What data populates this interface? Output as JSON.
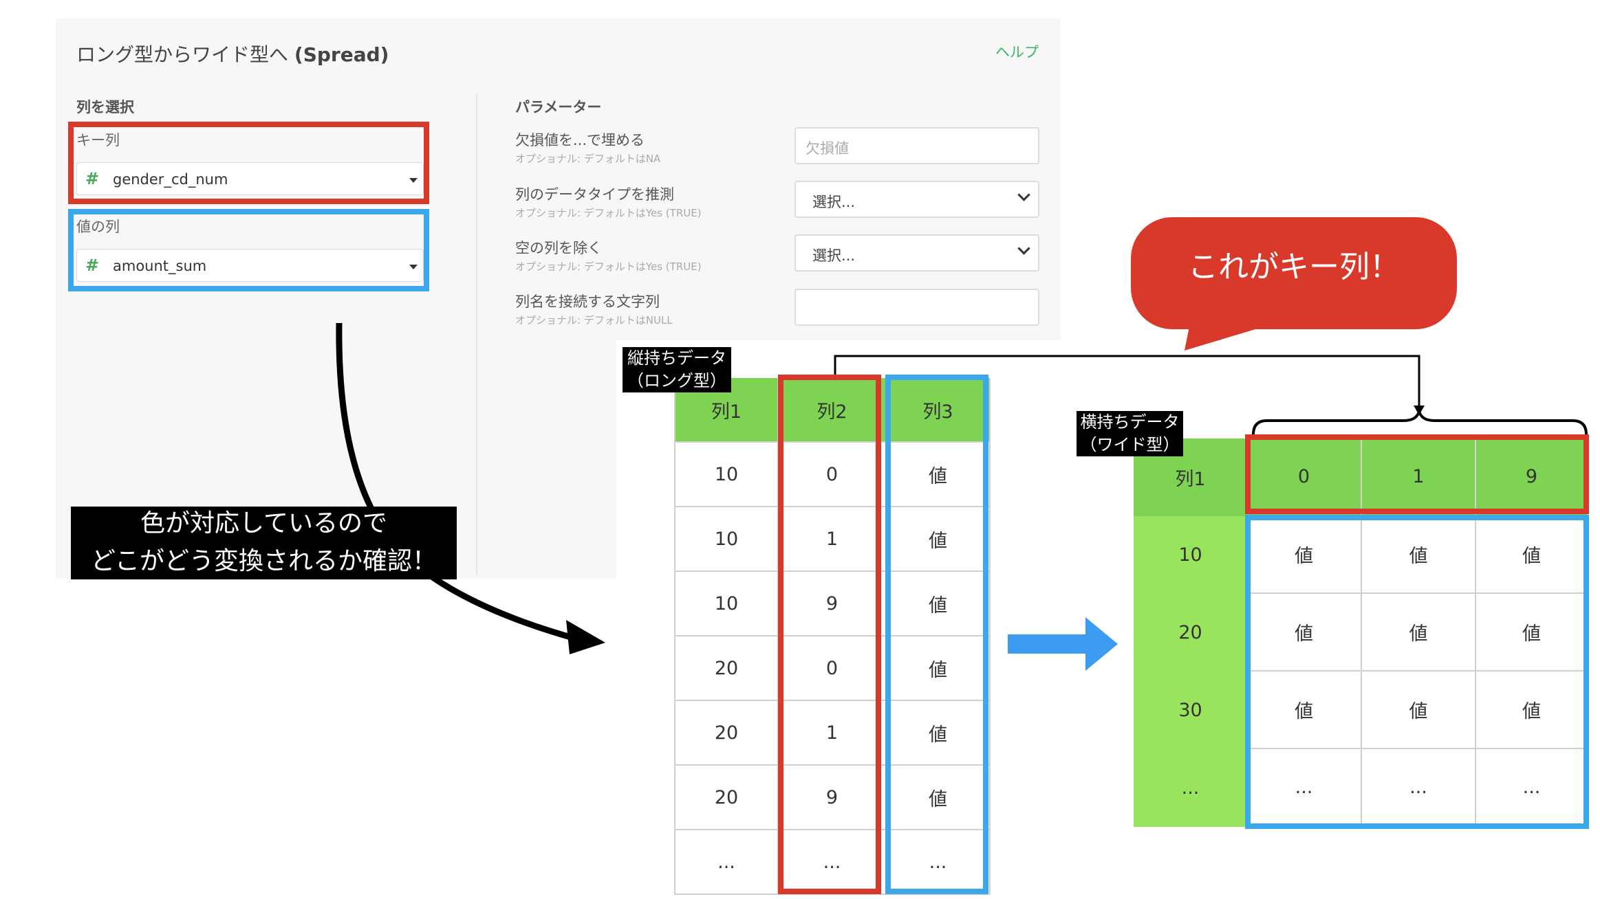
{
  "dialog": {
    "title": "ロング型からワイド型へ",
    "title_suffix": "(Spread)",
    "help": "ヘルプ",
    "column_select": {
      "section_label": "列を選択",
      "key_label": "キー列",
      "key_value": "gender_cd_num",
      "value_label": "値の列",
      "value_value": "amount_sum"
    },
    "parameters": {
      "section_label": "パラメーター",
      "items": [
        {
          "label": "欠損値を...で埋める",
          "sub": "オプショナル: デフォルトはNA",
          "control": "欠損値"
        },
        {
          "label": "列のデータタイプを推測",
          "sub": "オプショナル: デフォルトはYes (TRUE)",
          "control": "選択..."
        },
        {
          "label": "空の列を除く",
          "sub": "オプショナル: デフォルトはYes (TRUE)",
          "control": "選択..."
        },
        {
          "label": "列名を接続する文字列",
          "sub": "オプショナル: デフォルトはNULL",
          "control": ""
        }
      ]
    }
  },
  "note": {
    "line1": "色が対応しているので",
    "line2": "どこがどう変換されるか確認！"
  },
  "callout": "これがキー列！",
  "long_table": {
    "tag_line1": "縦持ちデータ",
    "tag_line2": "（ロング型）",
    "headers": [
      "列1",
      "列2",
      "列3"
    ],
    "rows": [
      [
        "10",
        "0",
        "値"
      ],
      [
        "10",
        "1",
        "値"
      ],
      [
        "10",
        "9",
        "値"
      ],
      [
        "20",
        "0",
        "値"
      ],
      [
        "20",
        "1",
        "値"
      ],
      [
        "20",
        "9",
        "値"
      ],
      [
        "...",
        "...",
        "..."
      ]
    ]
  },
  "wide_table": {
    "tag_line1": "横持ちデータ",
    "tag_line2": "（ワイド型）",
    "headers": [
      "列1",
      "0",
      "1",
      "9"
    ],
    "rows": [
      [
        "10",
        "値",
        "値",
        "値"
      ],
      [
        "20",
        "値",
        "値",
        "値"
      ],
      [
        "30",
        "値",
        "値",
        "値"
      ],
      [
        "...",
        "...",
        "...",
        "..."
      ]
    ]
  },
  "colors": {
    "key_highlight": "#d9392a",
    "value_highlight": "#3aa8ea",
    "header_green": "#7ed352",
    "row_key_green": "#99e45c",
    "transform_arrow": "#3d9bf0"
  }
}
